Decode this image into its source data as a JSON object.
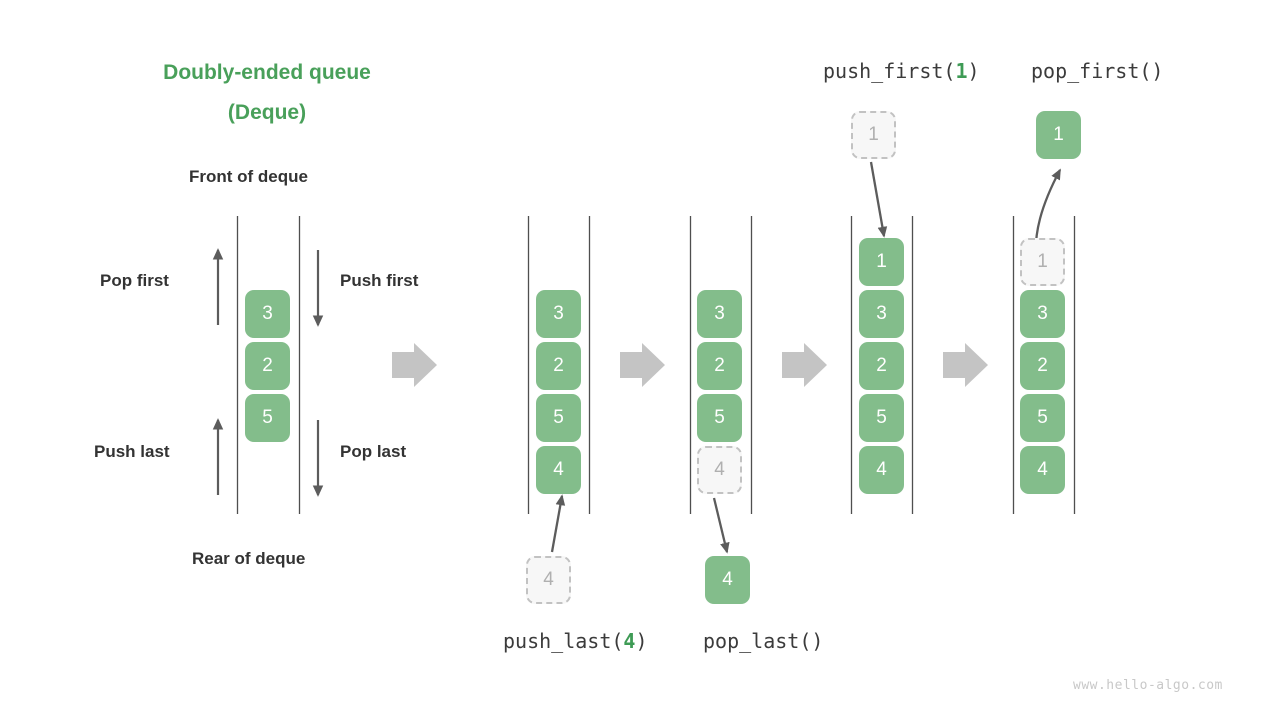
{
  "title": {
    "line1": "Doubly-ended queue",
    "line2": "(Deque)",
    "color": "#49a05a"
  },
  "labels": {
    "front": "Front of deque",
    "rear": "Rear of deque",
    "pop_first": "Pop first",
    "push_first": "Push first",
    "push_last": "Push last",
    "pop_last": "Pop last"
  },
  "operations": {
    "push_first": {
      "name": "push_first(",
      "arg": "1",
      "close": ")"
    },
    "pop_first": {
      "name": "pop_first(",
      "arg": "",
      "close": ")"
    },
    "push_last": {
      "name": "push_last(",
      "arg": "4",
      "close": ")"
    },
    "pop_last": {
      "name": "pop_last(",
      "arg": "",
      "close": ")"
    }
  },
  "colors": {
    "accent_green": "#83bd8b",
    "title_green": "#49a05a",
    "arrow_gray": "#c4c4c4",
    "line_gray": "#5c5c5c",
    "ghost_border": "#c2c2c2",
    "ghost_fill": "#f7f7f7",
    "ghost_text": "#b0b0b0"
  },
  "panels": [
    {
      "id": "initial",
      "cells": [
        "3",
        "2",
        "5"
      ]
    },
    {
      "id": "push_last",
      "cells": [
        "3",
        "2",
        "5",
        "4"
      ],
      "incoming": "4"
    },
    {
      "id": "pop_last",
      "cells": [
        "3",
        "2",
        "5"
      ],
      "removed": "4",
      "outgoing": "4"
    },
    {
      "id": "push_first",
      "cells": [
        "1",
        "3",
        "2",
        "5",
        "4"
      ],
      "incoming": "1"
    },
    {
      "id": "pop_first",
      "cells": [
        "3",
        "2",
        "5",
        "4"
      ],
      "removed": "1",
      "outgoing": "1"
    }
  ],
  "watermark": "www.hello-algo.com"
}
